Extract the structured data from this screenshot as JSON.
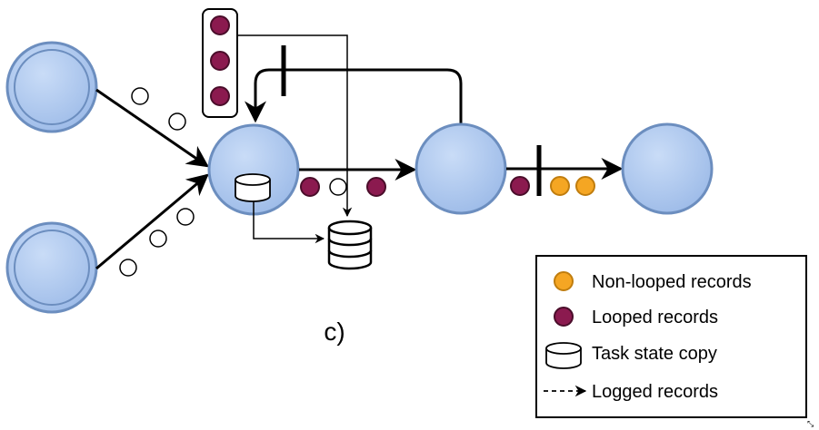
{
  "caption": "c)",
  "legend": {
    "items": [
      {
        "symbol": "orange-record",
        "label": "Non-looped records"
      },
      {
        "symbol": "purple-record",
        "label": "Looped records"
      },
      {
        "symbol": "state-cylinder",
        "label": "Task state copy"
      },
      {
        "symbol": "dashed-arrow",
        "label": "Logged records"
      }
    ]
  },
  "colors": {
    "node_fill": "#a7c3ec",
    "node_stroke": "#6c8ebf",
    "looped": "#8b1a4f",
    "non_looped": "#f5a623",
    "edge": "#000000"
  }
}
